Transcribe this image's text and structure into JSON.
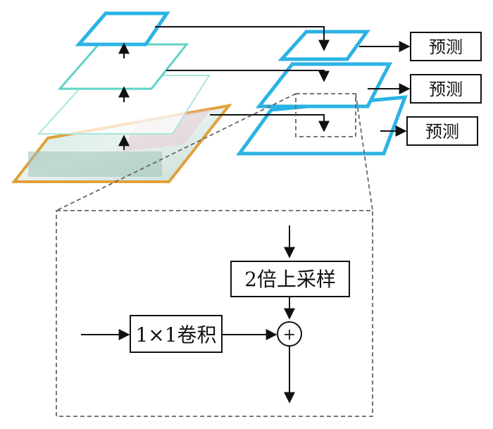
{
  "predictions": [
    "预测",
    "预测",
    "预测"
  ],
  "detail": {
    "upsample_label": "2倍上采样",
    "conv_label": "1×1卷积",
    "add_symbol": "+"
  },
  "colors": {
    "pyramid_blue": "#2bb3e3",
    "backbone_cyan": "#5fd3c6",
    "image_border": "#e0a13a",
    "line": "#111111",
    "dashed": "#666666"
  }
}
